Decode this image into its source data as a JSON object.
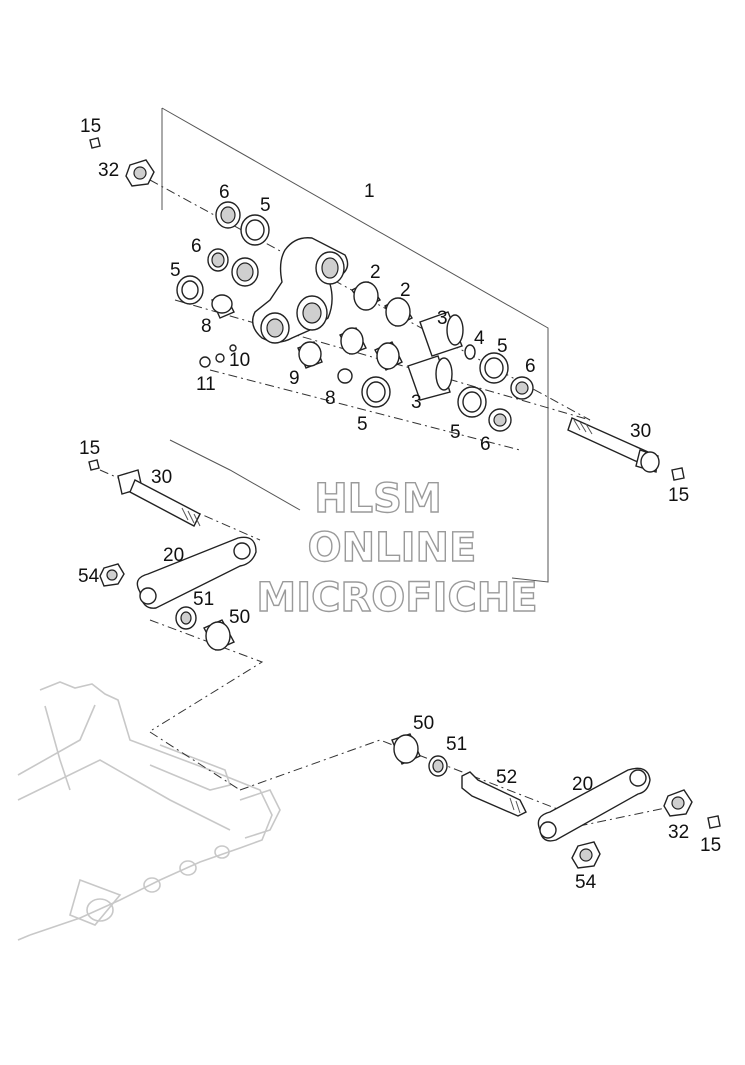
{
  "diagram": {
    "watermark": [
      "HLSM",
      "ONLINE",
      "MICROFICHE"
    ],
    "callouts": [
      {
        "id": "c-15-top",
        "text": "15"
      },
      {
        "id": "c-32-top",
        "text": "32"
      },
      {
        "id": "c-1",
        "text": "1"
      },
      {
        "id": "c-6-a",
        "text": "6"
      },
      {
        "id": "c-5-a",
        "text": "5"
      },
      {
        "id": "c-6-b",
        "text": "6"
      },
      {
        "id": "c-5-b",
        "text": "5"
      },
      {
        "id": "c-2-a",
        "text": "2"
      },
      {
        "id": "c-2-b",
        "text": "2"
      },
      {
        "id": "c-8-a",
        "text": "8"
      },
      {
        "id": "c-10",
        "text": "10"
      },
      {
        "id": "c-3-a",
        "text": "3"
      },
      {
        "id": "c-4",
        "text": "4"
      },
      {
        "id": "c-5-c",
        "text": "5"
      },
      {
        "id": "c-6-c",
        "text": "6"
      },
      {
        "id": "c-11",
        "text": "11"
      },
      {
        "id": "c-9",
        "text": "9"
      },
      {
        "id": "c-8-b",
        "text": "8"
      },
      {
        "id": "c-3-b",
        "text": "3"
      },
      {
        "id": "c-5-d",
        "text": "5"
      },
      {
        "id": "c-5-e",
        "text": "5"
      },
      {
        "id": "c-6-d",
        "text": "6"
      },
      {
        "id": "c-30-right",
        "text": "30"
      },
      {
        "id": "c-15-right",
        "text": "15"
      },
      {
        "id": "c-15-left",
        "text": "15"
      },
      {
        "id": "c-30-left",
        "text": "30"
      },
      {
        "id": "c-20-left",
        "text": "20"
      },
      {
        "id": "c-54-left",
        "text": "54"
      },
      {
        "id": "c-51-left",
        "text": "51"
      },
      {
        "id": "c-50-left",
        "text": "50"
      },
      {
        "id": "c-50-right",
        "text": "50"
      },
      {
        "id": "c-51-right",
        "text": "51"
      },
      {
        "id": "c-52",
        "text": "52"
      },
      {
        "id": "c-20-right",
        "text": "20"
      },
      {
        "id": "c-32-right",
        "text": "32"
      },
      {
        "id": "c-15-bottom",
        "text": "15"
      },
      {
        "id": "c-54-right",
        "text": "54"
      }
    ]
  }
}
